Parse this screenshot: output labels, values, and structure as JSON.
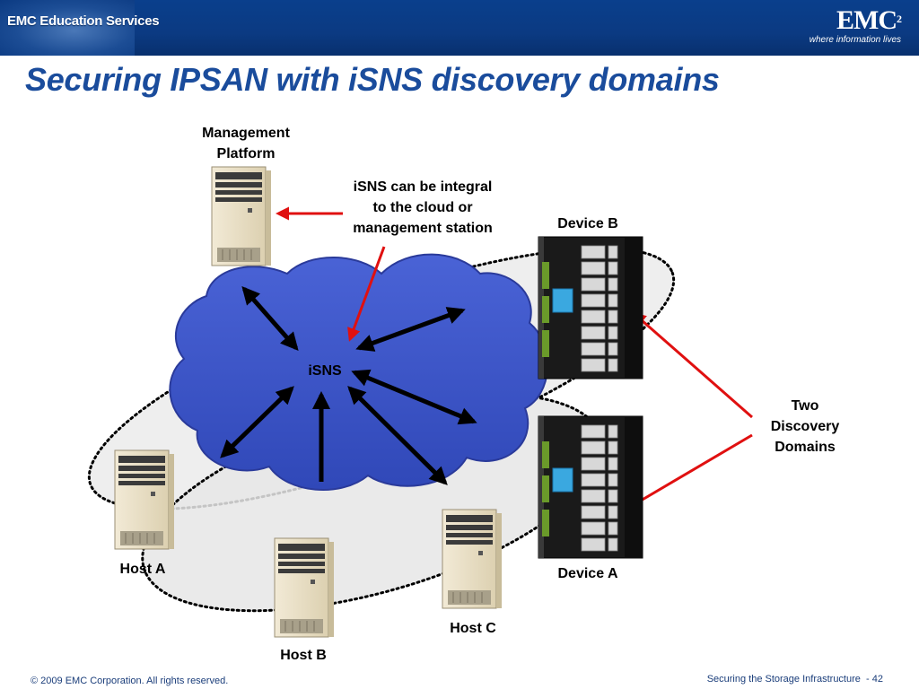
{
  "header": {
    "left_brand": "EMC Education Services",
    "logo_word": "EMC",
    "logo_superscript": "2",
    "logo_tagline": "where information lives"
  },
  "title": "Securing IPSAN with iSNS discovery domains",
  "labels": {
    "management_platform": [
      "Management",
      "Platform"
    ],
    "isns_note": [
      "iSNS can be integral",
      "to the cloud or",
      "management station"
    ],
    "isns": "iSNS",
    "device_b": "Device B",
    "device_a": "Device A",
    "two_domains": [
      "Two",
      "Discovery",
      "Domains"
    ],
    "host_a": "Host A",
    "host_b": "Host B",
    "host_c": "Host C"
  },
  "colors": {
    "banner": "#0b3a82",
    "title": "#1a4c9c",
    "cloud": "#3d54c8",
    "callout_arrow": "#e01010"
  },
  "footer": {
    "copyright": "© 2009 EMC Corporation. All rights reserved.",
    "course": "Securing the Storage Infrastructure",
    "page": "- 42"
  }
}
